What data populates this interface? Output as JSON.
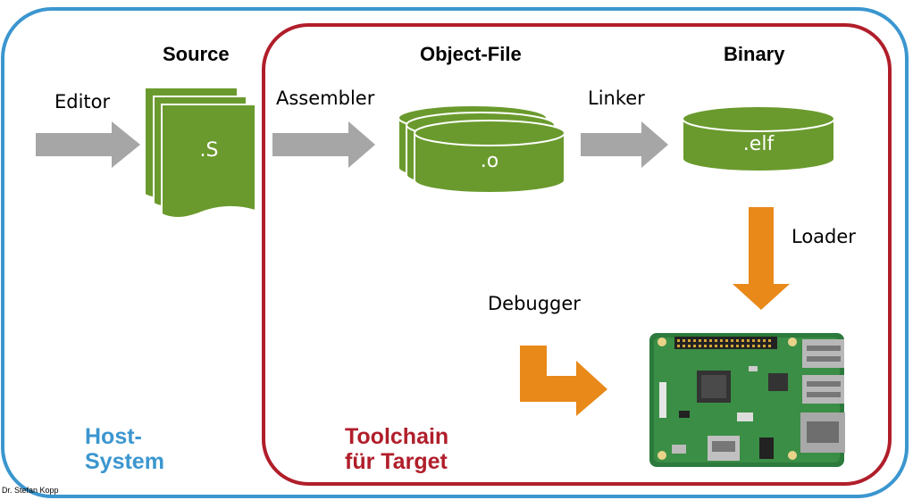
{
  "headers": {
    "source": "Source",
    "object_file": "Object-File",
    "binary": "Binary"
  },
  "labels": {
    "editor": "Editor",
    "assembler": "Assembler",
    "linker": "Linker",
    "loader": "Loader",
    "debugger": "Debugger"
  },
  "artifacts": {
    "source_file": ".S",
    "object_file": ".o",
    "binary_file": ".elf"
  },
  "regions": {
    "host_line1": "Host-",
    "host_line2": "System",
    "toolchain_line1": "Toolchain",
    "toolchain_line2": "für Target"
  },
  "credit": "Dr. Stefan Kopp",
  "colors": {
    "host_border": "#3b96cf",
    "toolchain_border": "#b01e2a",
    "artifact_green": "#6a9a2d",
    "host_arrow_gray": "#a6a6a6",
    "target_arrow_orange": "#e8891a"
  },
  "icons": {
    "board": "raspberry-pi-board-icon"
  }
}
